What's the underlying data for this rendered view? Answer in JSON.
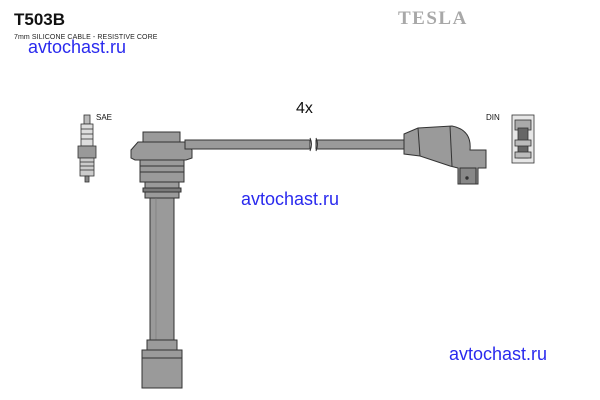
{
  "header": {
    "part_number": "T503B",
    "subtitle": "7mm SILICONE CABLE - RESISTIVE CORE",
    "brand": "TESLA"
  },
  "diagram": {
    "quantity_label": "4x",
    "left_connector_label": "SAE",
    "right_connector_label": "DIN"
  },
  "watermarks": [
    "avtochast.ru",
    "avtochast.ru",
    "avtochast.ru"
  ],
  "colors": {
    "part_fill": "#9a9a9a",
    "part_dark": "#7a7a7a",
    "outline": "#333333",
    "watermark": "#2a2aee",
    "brand_gray": "#a8a8a8"
  }
}
